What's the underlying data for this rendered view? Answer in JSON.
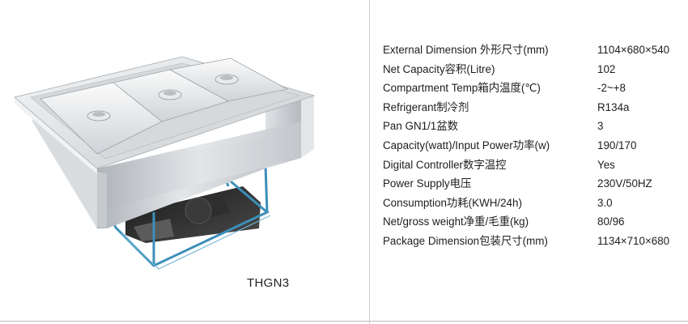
{
  "product": {
    "model": "THGN3",
    "image_alt": "3-compartment drop-in refrigerated well"
  },
  "specs": [
    {
      "label": "External Dimension 外形尺寸(mm)",
      "value": "1104×680×540"
    },
    {
      "label": "Net Capacity容积(Litre)",
      "value": "102"
    },
    {
      "label": "Compartment Temp箱内温度(℃)",
      "value": "-2~+8"
    },
    {
      "label": "Refrigerant制冷剂",
      "value": "R134a"
    },
    {
      "label": "Pan GN1/1盆数",
      "value": "3"
    },
    {
      "label": "Capacity(watt)/Input Power功率(w)",
      "value": "190/170"
    },
    {
      "label": "Digital Controller数字温控",
      "value": "Yes"
    },
    {
      "label": "Power Supply电压",
      "value": "230V/50HZ"
    },
    {
      "label": "Consumption功耗(KWH/24h)",
      "value": "3.0"
    },
    {
      "label": "Net/gross weight净重/毛重(kg)",
      "value": "80/96"
    },
    {
      "label": "Package Dimension包装尺寸(mm)",
      "value": "1134×710×680"
    }
  ],
  "colors": {
    "steel_light": "#e9ecee",
    "steel_mid": "#c9cdd1",
    "steel_dark": "#9aa0a6",
    "frame_blue": "#3d8fb8"
  }
}
